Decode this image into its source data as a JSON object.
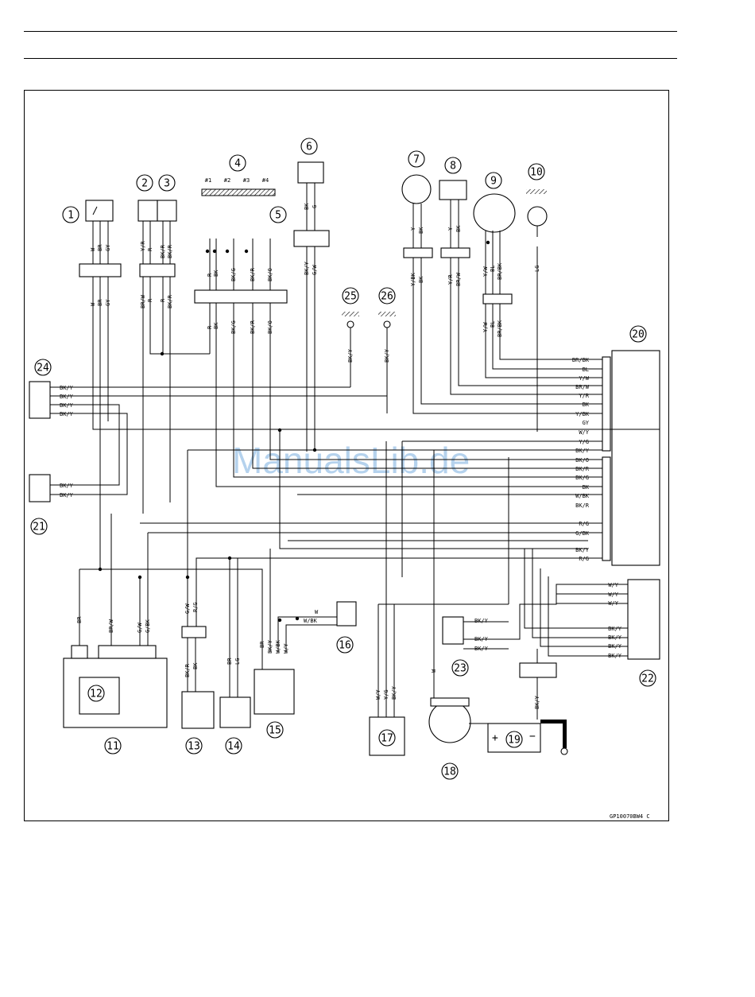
{
  "watermark": "ManualsLib.de",
  "figure_code": "GP10070BW4  C",
  "numbers": [
    "1",
    "2",
    "3",
    "4",
    "5",
    "6",
    "7",
    "8",
    "9",
    "10",
    "11",
    "12",
    "13",
    "14",
    "15",
    "16",
    "17",
    "18",
    "19",
    "20",
    "21",
    "22",
    "23",
    "24",
    "25",
    "26"
  ],
  "cylinders": [
    "#1",
    "#2",
    "#3",
    "#4"
  ],
  "ecu_pins_upper": [
    "BR/BK",
    "BL",
    "Y/W",
    "BR/W",
    "Y/R",
    "BK",
    "Y/BK",
    "GY",
    "W/Y",
    "Y/G",
    "BK/Y",
    "BK/O",
    "BK/R",
    "BK/G",
    "BK",
    "W/BK",
    "BK/R"
  ],
  "ecu_pins_lower": [
    "R/G",
    "G/BK",
    "BK/Y",
    "R/G"
  ],
  "conn24_pins": [
    "BK/Y",
    "BK/Y",
    "BK/Y",
    "BK/Y"
  ],
  "conn21_pins": [
    "BK/Y",
    "BK/Y"
  ],
  "conn22_pins_top": [
    "W/Y",
    "W/Y",
    "W/Y"
  ],
  "conn22_pins_bottom": [
    "BK/Y",
    "BK/Y",
    "BK/Y",
    "BK/Y"
  ],
  "conn23_pins": [
    "BK/Y",
    "BK/Y",
    "BK/Y"
  ],
  "conn16_pins": [
    "W",
    "W/BK"
  ],
  "c1_top": [
    "W",
    "BR",
    "GY"
  ],
  "c1_bottom": [
    "W",
    "BR",
    "GY"
  ],
  "c23_top": [
    "Y/R",
    "R",
    "BK/R",
    "BK/R"
  ],
  "c23_bottom": [
    "BR/W",
    "R",
    "R",
    "BK/R"
  ],
  "inj_top": [
    "R",
    "BK",
    "BK/G",
    "BK/R",
    "BK/O"
  ],
  "inj_bottom": [
    "R",
    "BK",
    "BK/G",
    "BK/R",
    "BK/O"
  ],
  "c6_top": [
    "BK",
    "G"
  ],
  "c6_bottom": [
    "BK/Y",
    "G/W"
  ],
  "c7": [
    "Y",
    "BK"
  ],
  "c7_bottom": [
    "Y/BK",
    "BK"
  ],
  "c8": [
    "Y",
    "BK"
  ],
  "c8_bottom": [
    "Y/R",
    "BR/W"
  ],
  "c9": [
    "Y/W",
    "BL",
    "BR/BK"
  ],
  "c9_bottom": [
    "Y/W",
    "BL",
    "BR/BK"
  ],
  "c10": [
    "LG"
  ],
  "c25": [
    "BK/Y"
  ],
  "c26": [
    "BK/Y"
  ],
  "c11": [
    "BR",
    "BR/W",
    "G/W",
    "G/BK"
  ],
  "c13_top": [
    "G/W",
    "R/G"
  ],
  "c13": [
    "BK/R",
    "BK"
  ],
  "c14": [
    "BR",
    "LG"
  ],
  "c15": [
    "BR",
    "BK/Y",
    "W/BK",
    "W/Y"
  ],
  "c17": [
    "W/Y",
    "Y/G",
    "BK/Y"
  ],
  "c18": [
    "W"
  ],
  "c19_wire": [
    "BK/Y"
  ],
  "battery_plus": "+",
  "battery_minus": "−"
}
